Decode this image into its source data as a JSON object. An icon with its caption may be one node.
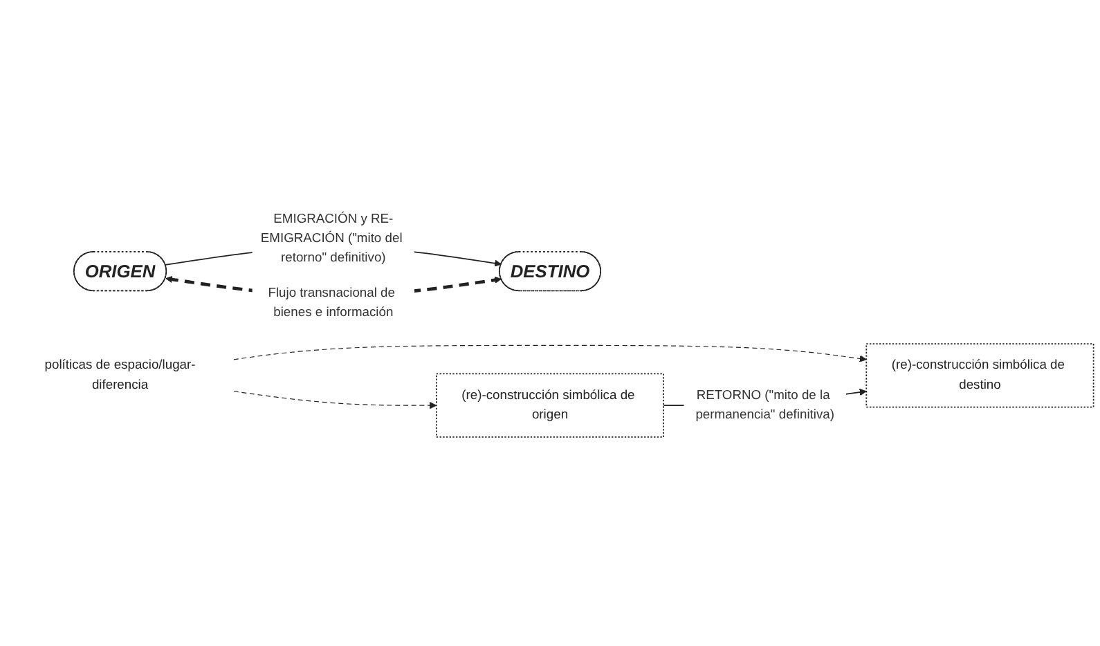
{
  "diagram": {
    "nodes": [
      {
        "text": [
          "ORIGEN"
        ]
      },
      {
        "text": [
          "DESTINO"
        ]
      },
      {
        "text": [
          "políticas de espacio/lugar-diferencia"
        ]
      },
      {
        "text": [
          "(re)-construcción simbólica de destino"
        ]
      },
      {
        "text": [
          "(re)-construcción simbólica de origen"
        ]
      }
    ],
    "edges": [
      {
        "from": 0,
        "to": 1,
        "arrow": "to",
        "label": "EMIGRACIÓN y RE-EMIGRACIÓN (\"mito del retorno\" definitivo)"
      },
      {
        "from": 0,
        "to": 1,
        "arrow": "both",
        "style": "dashed",
        "label": "Flujo transnacional de bienes e información"
      },
      {
        "from": 2,
        "to": 3,
        "arrow": "to",
        "style": "dashed"
      },
      {
        "from": 2,
        "to": 4,
        "arrow": "to",
        "style": "dashed"
      },
      {
        "from": 4,
        "to": 3,
        "arrow": "to",
        "label": "RETORNO (\"mito de la permanencia\" definitiva)"
      }
    ]
  }
}
